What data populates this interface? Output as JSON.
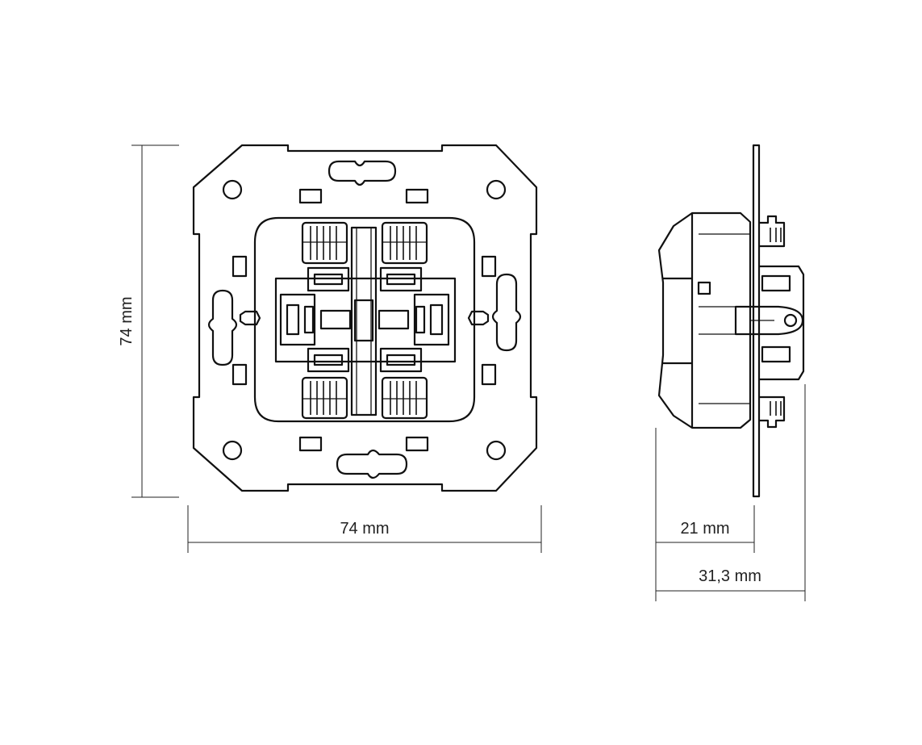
{
  "dimensions": {
    "height_label": "74 mm",
    "width_label": "74 mm",
    "depth_front_label": "21 mm",
    "depth_total_label": "31,3 mm"
  }
}
